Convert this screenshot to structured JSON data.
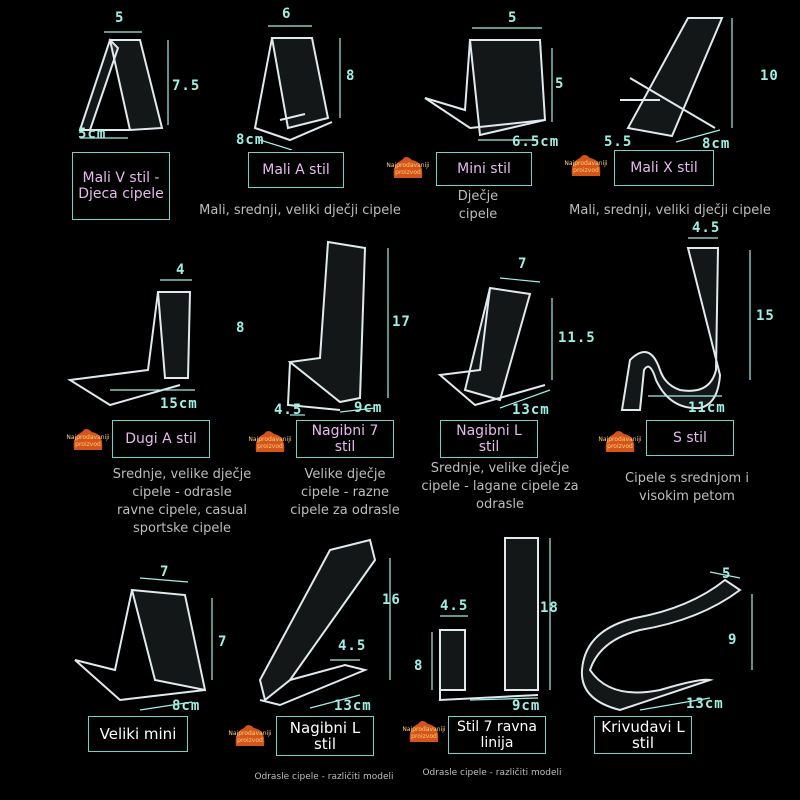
{
  "badge_text": "Najprodavaniji proizvod",
  "colors": {
    "background": "#000000",
    "dimension": "#9ff0e6",
    "label_border": "#6fd3c9",
    "label_text": "#e7b9ee",
    "badge": "#d4541a",
    "description": "#bdbdbd"
  },
  "products": [
    {
      "label": "Mali V stil - Djeca cipele",
      "dims": [
        "5",
        "7.5",
        "5cm"
      ],
      "desc": ""
    },
    {
      "label": "Mali A stil",
      "dims": [
        "6",
        "8",
        "8cm"
      ],
      "desc": "Mali, srednji, veliki dječji cipele"
    },
    {
      "label": "Mini stil",
      "dims": [
        "5",
        "5",
        "6.5cm"
      ],
      "desc": "Dječje cipele",
      "badge": true
    },
    {
      "label": "Mali X stil",
      "dims": [
        "10",
        "5.5",
        "8cm"
      ],
      "desc": "Mali, srednji, veliki dječji cipele",
      "badge": true
    },
    {
      "label": "Dugi A stil",
      "dims": [
        "4",
        "8",
        "15cm"
      ],
      "desc": "Srednje, velike dječje cipele - odrasle ravne cipele, casual sportske cipele",
      "badge": true
    },
    {
      "label": "Nagibni 7 stil",
      "dims": [
        "17",
        "4.5",
        "9cm"
      ],
      "desc": "Velike dječje cipele - razne cipele za odrasle",
      "badge": true
    },
    {
      "label": "Nagibni L stil",
      "dims": [
        "7",
        "11.5",
        "13cm"
      ],
      "desc": "Srednje, velike dječje cipele - lagane cipele za odrasle"
    },
    {
      "label": "S stil",
      "dims": [
        "4.5",
        "15",
        "11cm"
      ],
      "desc": "Cipele s srednjom i visokim petom",
      "badge": true
    },
    {
      "label": "Veliki mini",
      "dims": [
        "7",
        "7",
        "8cm"
      ],
      "desc": ""
    },
    {
      "label": "Nagibni L stil",
      "dims": [
        "16",
        "4.5",
        "13cm"
      ],
      "desc": "Odrasle cipele - različiti modeli",
      "badge": true
    },
    {
      "label": "Stil 7 ravna linija",
      "dims": [
        "4.5",
        "18",
        "8",
        "9cm"
      ],
      "desc": "Odrasle cipele - različiti modeli",
      "badge": true
    },
    {
      "label": "Krivudavi L stil",
      "dims": [
        "5",
        "9",
        "13cm"
      ],
      "desc": ""
    }
  ]
}
